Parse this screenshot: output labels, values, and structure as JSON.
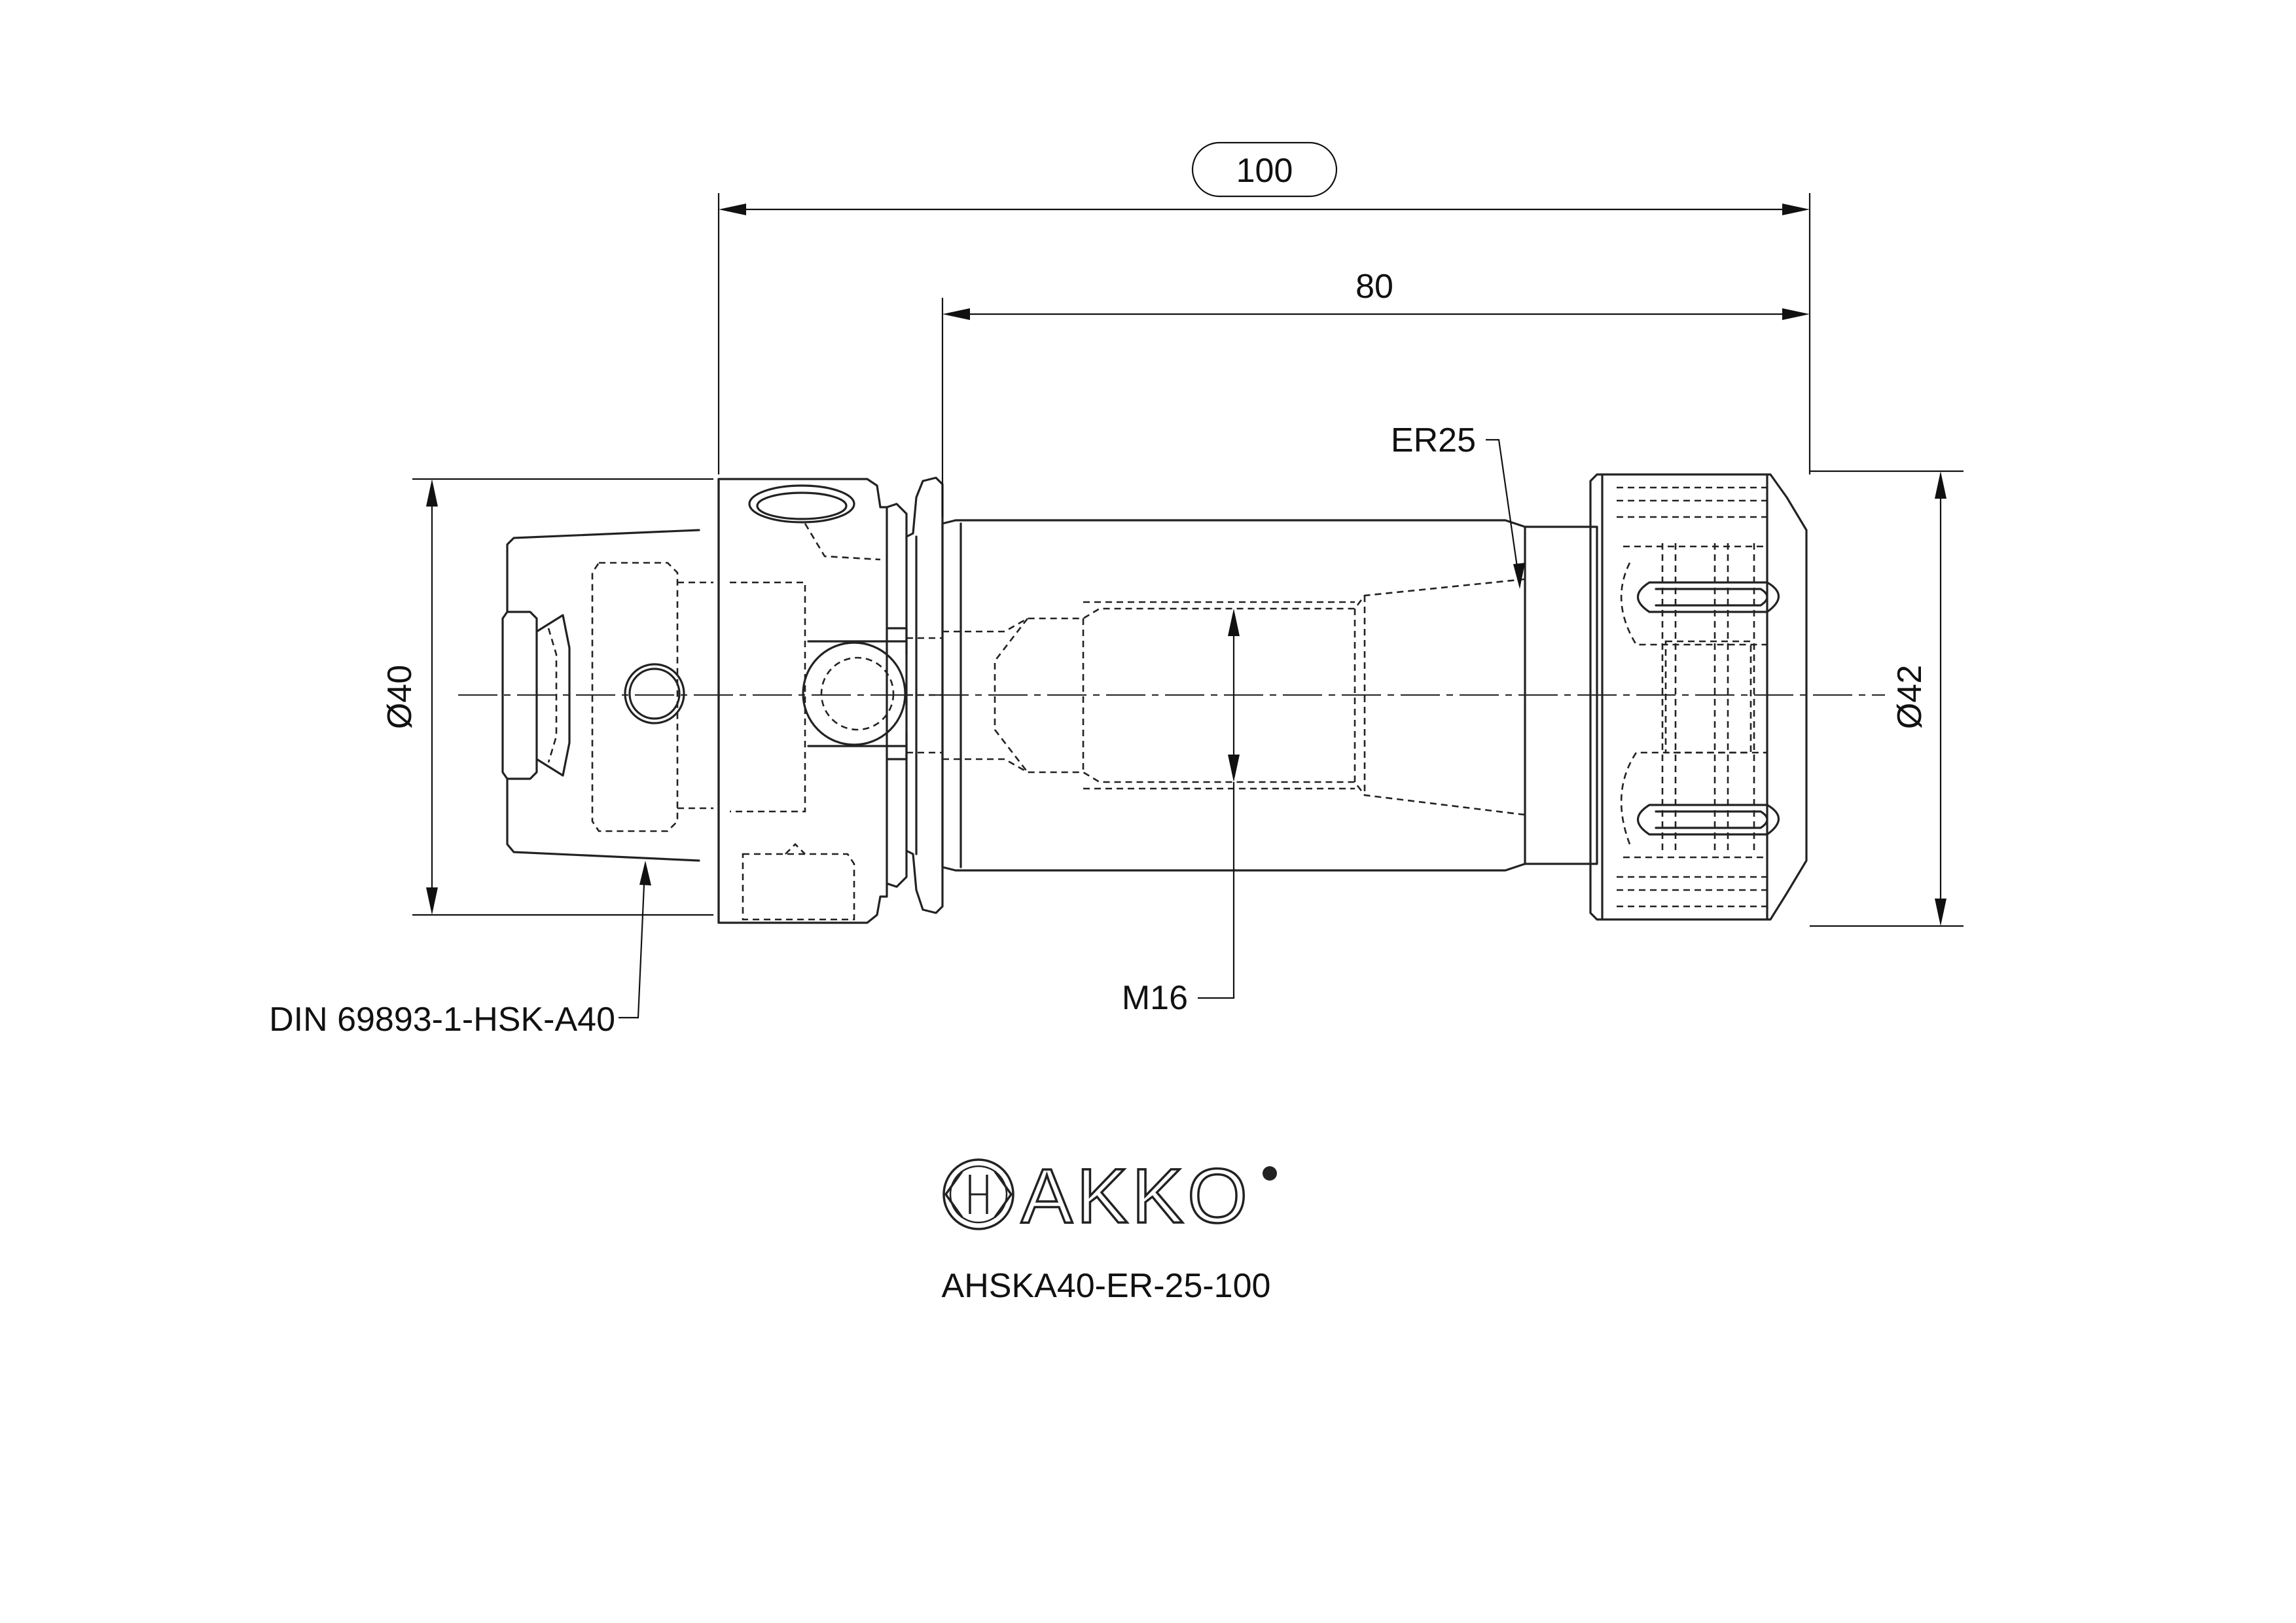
{
  "dimensions": {
    "overall_length": "100",
    "gauge_length": "80",
    "flange_diameter": "Ø40",
    "nut_diameter": "Ø42"
  },
  "callouts": {
    "collet": "ER25",
    "thread": "M16",
    "taper_standard": "DIN 69893-1-HSK-A40"
  },
  "brand": {
    "name": "AKKO",
    "part_number": "AHSKA40-ER-25-100"
  }
}
